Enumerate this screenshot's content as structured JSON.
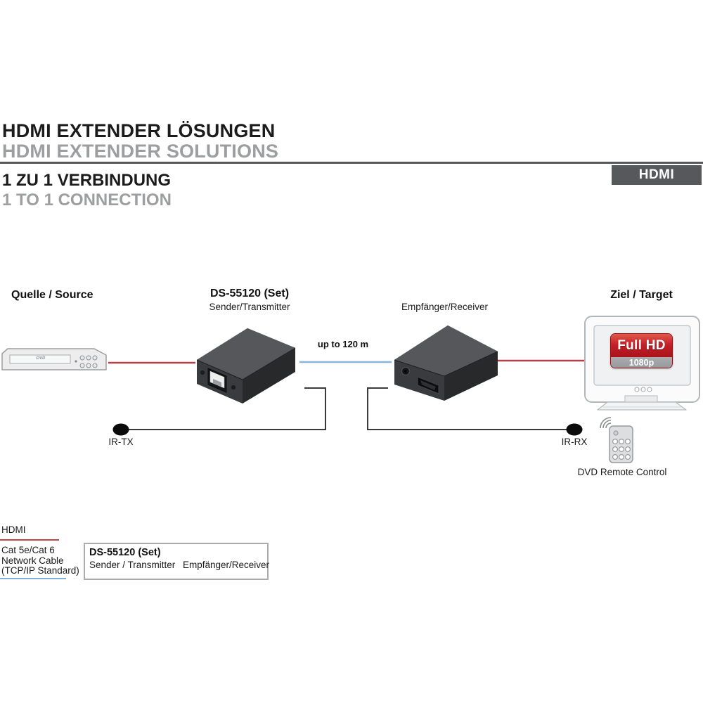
{
  "header": {
    "title_de": "HDMI EXTENDER LÖSUNGEN",
    "title_en": "HDMI EXTENDER SOLUTIONS",
    "badge": "HDMI"
  },
  "section": {
    "title_de": "1 ZU 1 VERBINDUNG",
    "title_en": "1 TO 1 CONNECTION"
  },
  "diagram": {
    "source_label": "Quelle / Source",
    "transmitter": {
      "model": "DS-55120 (Set)",
      "role": "Sender/Transmitter"
    },
    "receiver_label": "Empfänger/Receiver",
    "target_label": "Ziel / Target",
    "distance_label": "up to 120 m",
    "ir_tx_label": "IR-TX",
    "ir_rx_label": "IR-RX",
    "remote_label": "DVD Remote Control",
    "dvd_logo": "DVD",
    "monitor_badge": {
      "line1": "Full HD",
      "line2": "1080p"
    }
  },
  "legend": {
    "hdmi_label": "HDMI",
    "cable_label_lines": [
      "Cat 5e/Cat 6",
      "Network Cable",
      "(TCP/IP Standard)"
    ],
    "set_box": {
      "model": "DS-55120 (Set)",
      "transmitter": "Sender / Transmitter",
      "receiver": "Empfänger/Receiver"
    }
  },
  "colors": {
    "hdmi_cable_red": "#b24248",
    "network_cable_blue": "#8ab3da",
    "accent_gray": "#57585b",
    "badge_red": "#c7202a",
    "ir_line_black": "#3a3a3a"
  }
}
